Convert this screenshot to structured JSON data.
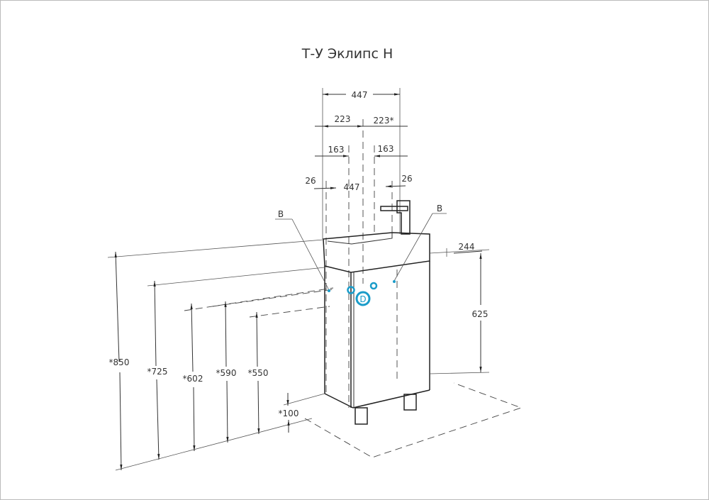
{
  "title": "Т-У  Эклипс Н",
  "dimensions": {
    "width_total": "447",
    "half_left": "223",
    "half_right": "223*",
    "offset_left": "163",
    "offset_right": "163",
    "inner_width": "447",
    "margin_left": "26",
    "margin_right": "26",
    "depth": "244",
    "height_cabinet": "625",
    "h850": "*850",
    "h725": "*725",
    "h602": "*602",
    "h590": "*590",
    "h550": "*550",
    "h100": "*100"
  },
  "markers": {
    "b_left": "B",
    "b_right": "B",
    "d": "D",
    "color": "#1a9cc9"
  }
}
